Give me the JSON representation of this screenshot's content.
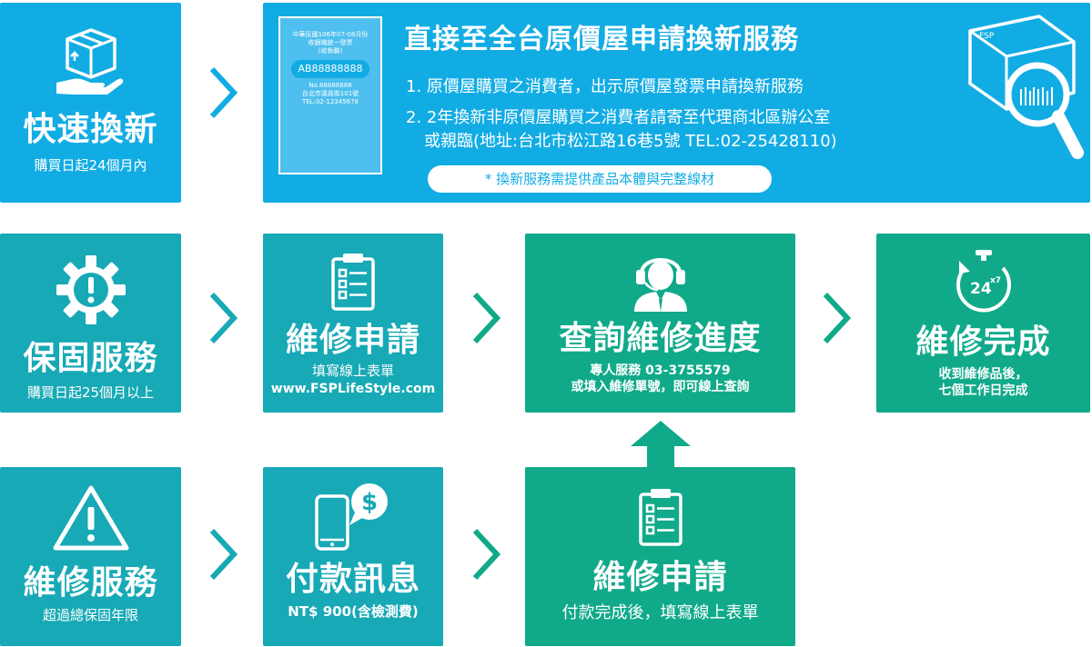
{
  "row1": {
    "quick": {
      "title": "快速換新",
      "sub": "購買日起24個月內"
    },
    "invoice": {
      "line1": "中華民國106年07-08月份",
      "line2": "收銀機統一發票",
      "line3": "(收執聯)",
      "number": "AB88888888",
      "line4": "No.88888888",
      "line5": "台北市議員街101號",
      "line6": "TEL:02-12345678"
    },
    "info": {
      "heading": "直接至全台原價屋申請換新服務",
      "item1": "1. 原價屋購買之消費者，出示原價屋發票申請換新服務",
      "item2a": "2. 2年換新非原價屋購買之消費者請寄至代理商北區辦公室",
      "item2b": "或親臨(地址:台北市松江路16巷5號 TEL:02-25428110)",
      "note": "* 換新服務需提供產品本體與完整線材"
    }
  },
  "row2": {
    "warranty": {
      "title": "保固服務",
      "sub": "購買日起25個月以上"
    },
    "apply": {
      "title": "維修申請",
      "sub1": "填寫線上表單",
      "sub2": "www.FSPLifeStyle.com"
    },
    "query": {
      "title": "查詢維修進度",
      "sub1": "專人服務 03-3755579",
      "sub2": "或填入維修單號，即可線上查詢"
    },
    "done": {
      "title": "維修完成",
      "sub1": "收到維修品後，",
      "sub2": "七個工作日完成",
      "badge": "24",
      "badge_sup": "x7"
    }
  },
  "row3": {
    "service": {
      "title": "維修服務",
      "sub": "超過總保固年限"
    },
    "pay": {
      "title": "付款訊息",
      "sub": "NT$ 900(含檢測費)"
    },
    "apply2": {
      "title": "維修申請",
      "sub": "付款完成後，填寫線上表單"
    }
  },
  "colors": {
    "blue": "#12ace4",
    "teal": "#17a9b6",
    "green": "#10aa8a"
  }
}
